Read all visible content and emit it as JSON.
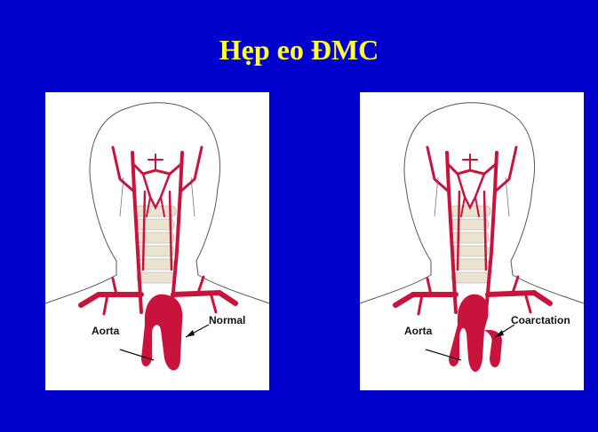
{
  "slide": {
    "title": "Hẹp eo ĐMC"
  },
  "panels": [
    {
      "aorta_label": "Aorta",
      "pointer_label": "Normal"
    },
    {
      "aorta_label": "Aorta",
      "pointer_label": "Coarctation"
    }
  ],
  "colors": {
    "background": "#0000cc",
    "title": "#ffff33",
    "artery": "#c8143c",
    "panel": "#ffffff"
  }
}
